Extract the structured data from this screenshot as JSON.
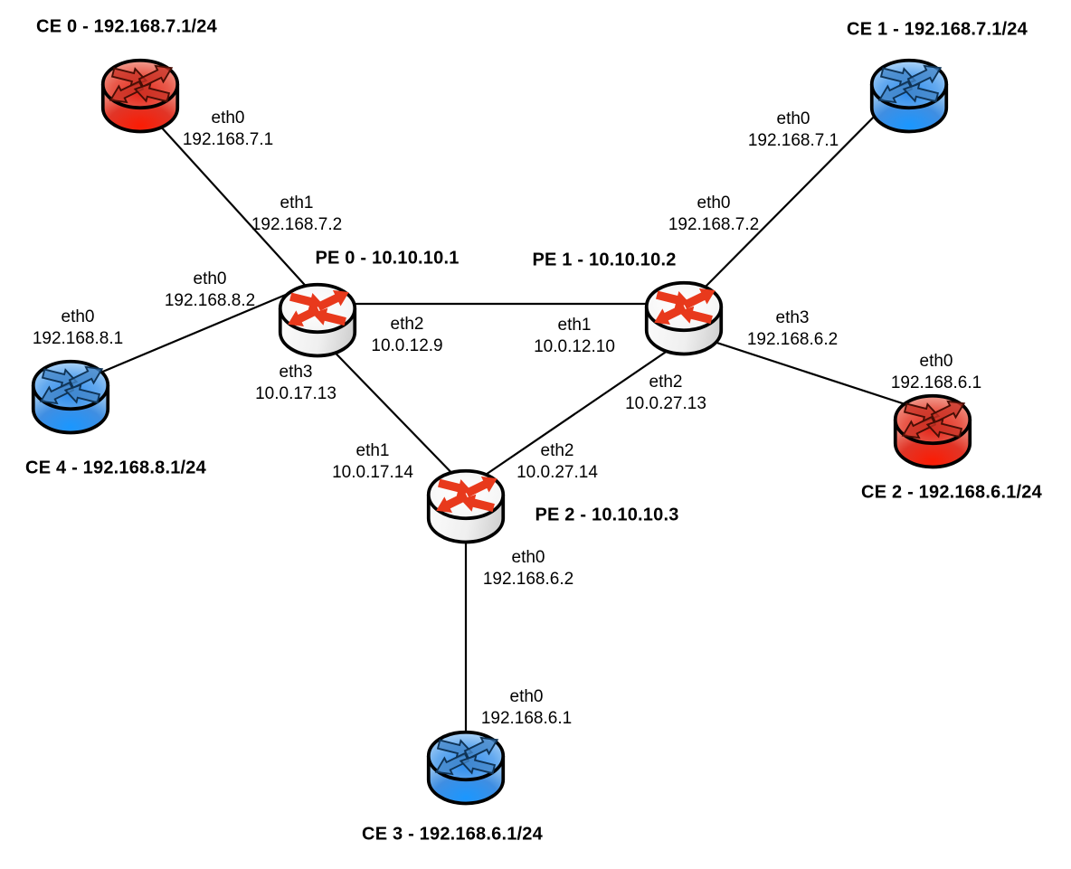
{
  "diagram": {
    "kind": "network-topology",
    "background": "#ffffff",
    "link_color": "#000000",
    "colors": {
      "ce_red": "#e0281a",
      "ce_blue": "#3d8fe8",
      "pe_gray": "#ededed",
      "pe_arrow_red": "#e8391c",
      "outline": "#000000"
    }
  },
  "nodes": [
    {
      "id": "ce0",
      "title": "CE 0 - 192.168.7.1/24",
      "role": "ce-router",
      "color": "red"
    },
    {
      "id": "ce1",
      "title": "CE 1 - 192.168.7.1/24",
      "role": "ce-router",
      "color": "blue"
    },
    {
      "id": "ce2",
      "title": "CE 2 - 192.168.6.1/24",
      "role": "ce-router",
      "color": "red"
    },
    {
      "id": "ce3",
      "title": "CE 3 - 192.168.6.1/24",
      "role": "ce-router",
      "color": "blue"
    },
    {
      "id": "ce4",
      "title": "CE 4 - 192.168.8.1/24",
      "role": "ce-router",
      "color": "blue"
    },
    {
      "id": "pe0",
      "title": "PE 0 - 10.10.10.1",
      "role": "pe-router",
      "color": "gray"
    },
    {
      "id": "pe1",
      "title": "PE 1 - 10.10.10.2",
      "role": "pe-router",
      "color": "gray"
    },
    {
      "id": "pe2",
      "title": "PE 2 - 10.10.10.3",
      "role": "pe-router",
      "color": "gray"
    }
  ],
  "links": [
    {
      "from": "ce0",
      "to": "pe0",
      "a": {
        "if": "eth0",
        "ip": "192.168.7.1"
      },
      "b": {
        "if": "eth1",
        "ip": "192.168.7.2"
      }
    },
    {
      "from": "ce1",
      "to": "pe1",
      "a": {
        "if": "eth0",
        "ip": "192.168.7.1"
      },
      "b": {
        "if": "eth0",
        "ip": "192.168.7.2"
      }
    },
    {
      "from": "ce4",
      "to": "pe0",
      "a": {
        "if": "eth0",
        "ip": "192.168.8.1"
      },
      "b": {
        "if": "eth0",
        "ip": "192.168.8.2"
      }
    },
    {
      "from": "pe0",
      "to": "pe1",
      "a": {
        "if": "eth2",
        "ip": "10.0.12.9"
      },
      "b": {
        "if": "eth1",
        "ip": "10.0.12.10"
      }
    },
    {
      "from": "pe0",
      "to": "pe2",
      "a": {
        "if": "eth3",
        "ip": "10.0.17.13"
      },
      "b": {
        "if": "eth1",
        "ip": "10.0.17.14"
      }
    },
    {
      "from": "pe1",
      "to": "pe2",
      "a": {
        "if": "eth2",
        "ip": "10.0.27.13"
      },
      "b": {
        "if": "eth2",
        "ip": "10.0.27.14"
      }
    },
    {
      "from": "pe1",
      "to": "ce2",
      "a": {
        "if": "eth3",
        "ip": "192.168.6.2"
      },
      "b": {
        "if": "eth0",
        "ip": "192.168.6.1"
      }
    },
    {
      "from": "pe2",
      "to": "ce3",
      "a": {
        "if": "eth0",
        "ip": "192.168.6.2"
      },
      "b": {
        "if": "eth0",
        "ip": "192.168.6.1"
      }
    }
  ]
}
